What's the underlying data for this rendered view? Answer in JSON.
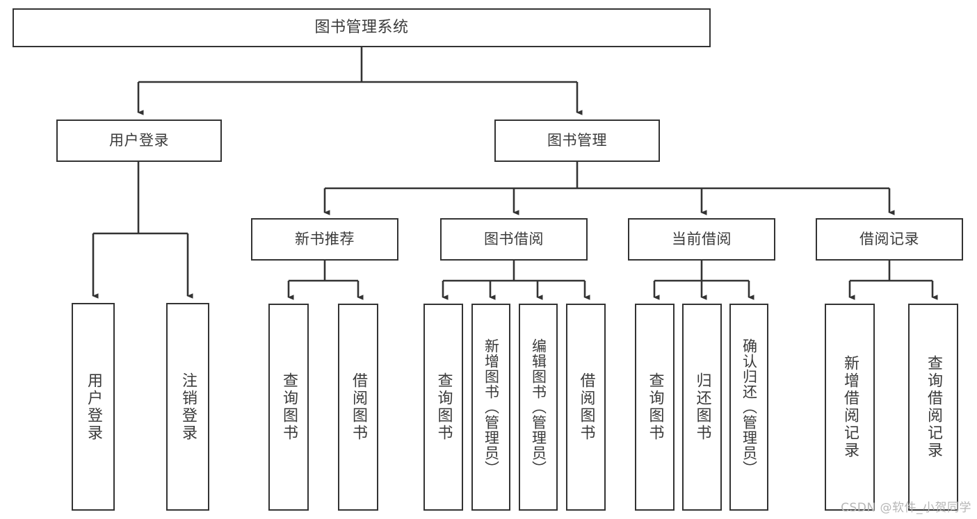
{
  "diagram": {
    "title": "图书管理系统",
    "type": "tree-hierarchy",
    "watermark": "CSDN @软件_小贺同学",
    "colors": {
      "stroke": "#333333",
      "fill": "#ffffff",
      "text": "#3a3a3a",
      "watermark": "#b6b6b6"
    },
    "nodes": {
      "root": {
        "label": "图书管理系统"
      },
      "level2": [
        {
          "id": "user-login",
          "label": "用户登录"
        },
        {
          "id": "book-manage",
          "label": "图书管理"
        }
      ],
      "level3": [
        {
          "id": "new-book-recommend",
          "label": "新书推荐"
        },
        {
          "id": "book-borrow",
          "label": "图书借阅"
        },
        {
          "id": "current-borrow",
          "label": "当前借阅"
        },
        {
          "id": "borrow-record",
          "label": "借阅记录"
        }
      ],
      "leaves": {
        "user-login": [
          {
            "id": "leaf-user-login",
            "label": "用户登录"
          },
          {
            "id": "leaf-logout",
            "label": "注销登录"
          }
        ],
        "new-book-recommend": [
          {
            "id": "leaf-query-book-1",
            "label": "查询图书"
          },
          {
            "id": "leaf-borrow-book-1",
            "label": "借阅图书"
          }
        ],
        "book-borrow": [
          {
            "id": "leaf-query-book-2",
            "label": "查询图书"
          },
          {
            "id": "leaf-add-book",
            "label": "新增图书（管理员）"
          },
          {
            "id": "leaf-edit-book",
            "label": "编辑图书（管理员）"
          },
          {
            "id": "leaf-borrow-book-2",
            "label": "借阅图书"
          }
        ],
        "current-borrow": [
          {
            "id": "leaf-query-book-3",
            "label": "查询图书"
          },
          {
            "id": "leaf-return-book",
            "label": "归还图书"
          },
          {
            "id": "leaf-confirm-return",
            "label": "确认归还（管理员）"
          }
        ],
        "borrow-record": [
          {
            "id": "leaf-add-record",
            "label": "新增借阅记录"
          },
          {
            "id": "leaf-query-record",
            "label": "查询借阅记录"
          }
        ]
      }
    }
  }
}
